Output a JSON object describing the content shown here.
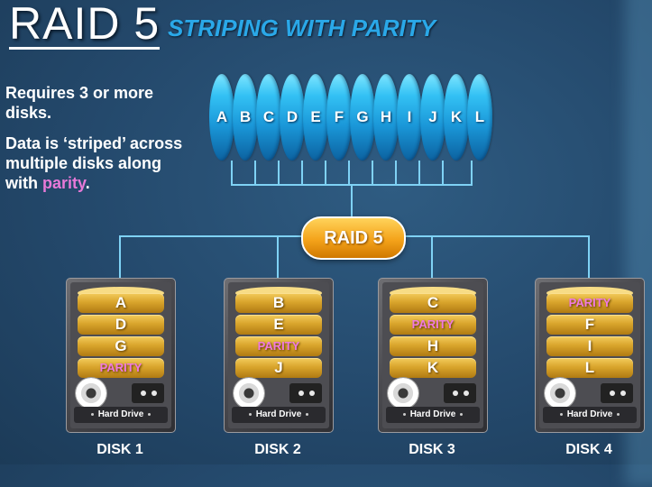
{
  "title": "RAID 5",
  "subtitle": "STRIPING WITH PARITY",
  "description": {
    "line1": "Requires 3 or more disks.",
    "line2_prefix": "Data is ‘striped’ across multiple disks along with ",
    "line2_highlight": "parity",
    "line2_suffix": "."
  },
  "array_blocks": [
    "A",
    "B",
    "C",
    "D",
    "E",
    "F",
    "G",
    "H",
    "I",
    "J",
    "K",
    "L"
  ],
  "controller_label": "RAID 5",
  "drive_plate_label": "Hard Drive",
  "disks": [
    {
      "label": "DISK 1",
      "blocks": [
        "A",
        "D",
        "G",
        "PARITY"
      ]
    },
    {
      "label": "DISK 2",
      "blocks": [
        "B",
        "E",
        "PARITY",
        "J"
      ]
    },
    {
      "label": "DISK 3",
      "blocks": [
        "C",
        "PARITY",
        "H",
        "K"
      ]
    },
    {
      "label": "DISK 4",
      "blocks": [
        "PARITY",
        "F",
        "I",
        "L"
      ]
    }
  ],
  "colors": {
    "accent": "#2aa8e8",
    "parity": "#e879d8",
    "gold": "#d9a52c",
    "background": "#24496c"
  }
}
